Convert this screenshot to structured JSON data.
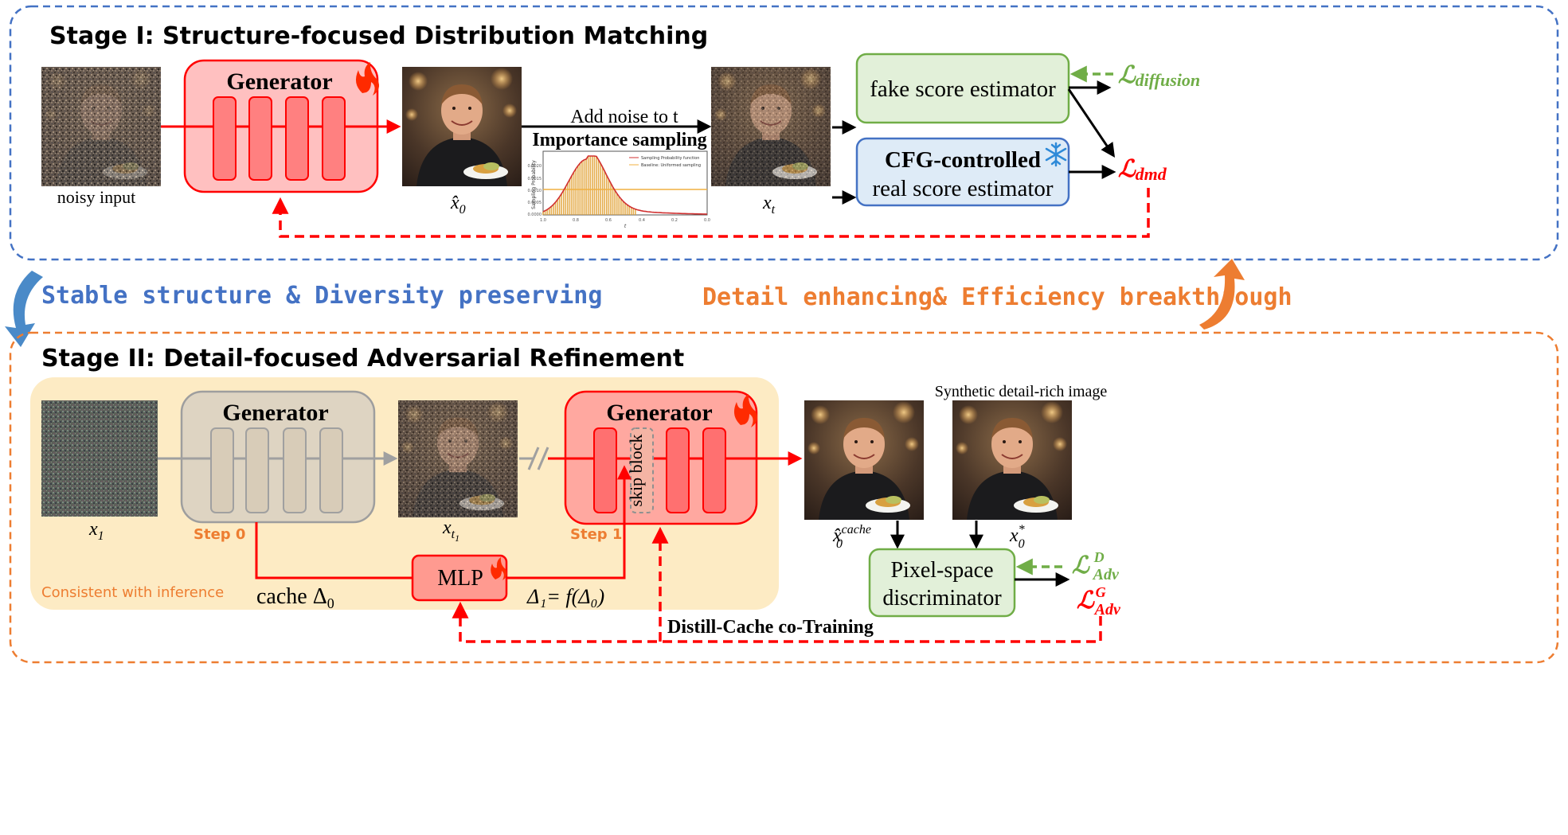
{
  "stage1": {
    "title": "Stage I: Structure-focused Distribution Matching",
    "generator_label": "Generator",
    "noisy_input_label": "noisy input",
    "x0hat_label": "x̂",
    "x0hat_sub": "0",
    "xt_label": "x",
    "xt_sub": "t",
    "add_noise_label": "Add noise to t",
    "importance_label": "Importance sampling",
    "fake_score_label": "fake score estimator",
    "cfg_label_1": "CFG-controlled",
    "cfg_label_2": "real score estimator",
    "loss_diffusion_main": "ℒ",
    "loss_diffusion_sub": "diffusion",
    "loss_dmd_main": "ℒ",
    "loss_dmd_sub": "dmd",
    "chart_legend_1": "Sampling Probability function",
    "chart_legend_2": "Baseline: Uniformed sampling",
    "chart_ylabel": "Sampling Probability",
    "chart_xlabel": "t"
  },
  "transition": {
    "left_text": "Stable structure & Diversity preserving",
    "right_text": "Detail enhancing& Efficiency breakthrough"
  },
  "stage2": {
    "title": "Stage II: Detail-focused Adversarial Refinement",
    "generator0_label": "Generator",
    "generator1_label": "Generator",
    "step0_label": "Step 0",
    "step1_label": "Step 1",
    "x1_label": "x",
    "x1_sub": "1",
    "xt1_label": "x",
    "xt1_sub": "t",
    "xt1_subsub": "1",
    "skip_block_label": "skip block",
    "mlp_label": "MLP",
    "cache_label": "cache Δ",
    "cache_sub": "0",
    "delta_formula": "Δ₁= f(Δ₀)",
    "consistent_label": "Consistent with inference",
    "synthetic_label": "Synthetic detail-rich image",
    "x0cache_label": "x̂",
    "x0cache_sup": "cache",
    "x0cache_sub": "0",
    "x0star_label": "x",
    "x0star_sup": "*",
    "x0star_sub": "0",
    "disc_label_1": "Pixel-space",
    "disc_label_2": "discriminator",
    "loss_adv_d_main": "ℒ",
    "loss_adv_d_sup": "D",
    "loss_adv_d_sub": "Adv",
    "loss_adv_g_main": "ℒ",
    "loss_adv_g_sup": "G",
    "loss_adv_g_sub": "Adv",
    "cotraining_label": "Distill-Cache co-Training"
  },
  "colors": {
    "stage1_border": "#4472c4",
    "stage2_border": "#ed7d31",
    "red": "#ff0000",
    "green": "#70ad47",
    "blue_text": "#4472c4",
    "orange_text": "#ed7d31",
    "generator_fill": "#ffc0c0",
    "fake_fill": "#e2f0d9",
    "cfg_fill": "#deebf7",
    "consistent_fill": "#fdebc4",
    "gray_gen_fill": "#ded4c2"
  }
}
